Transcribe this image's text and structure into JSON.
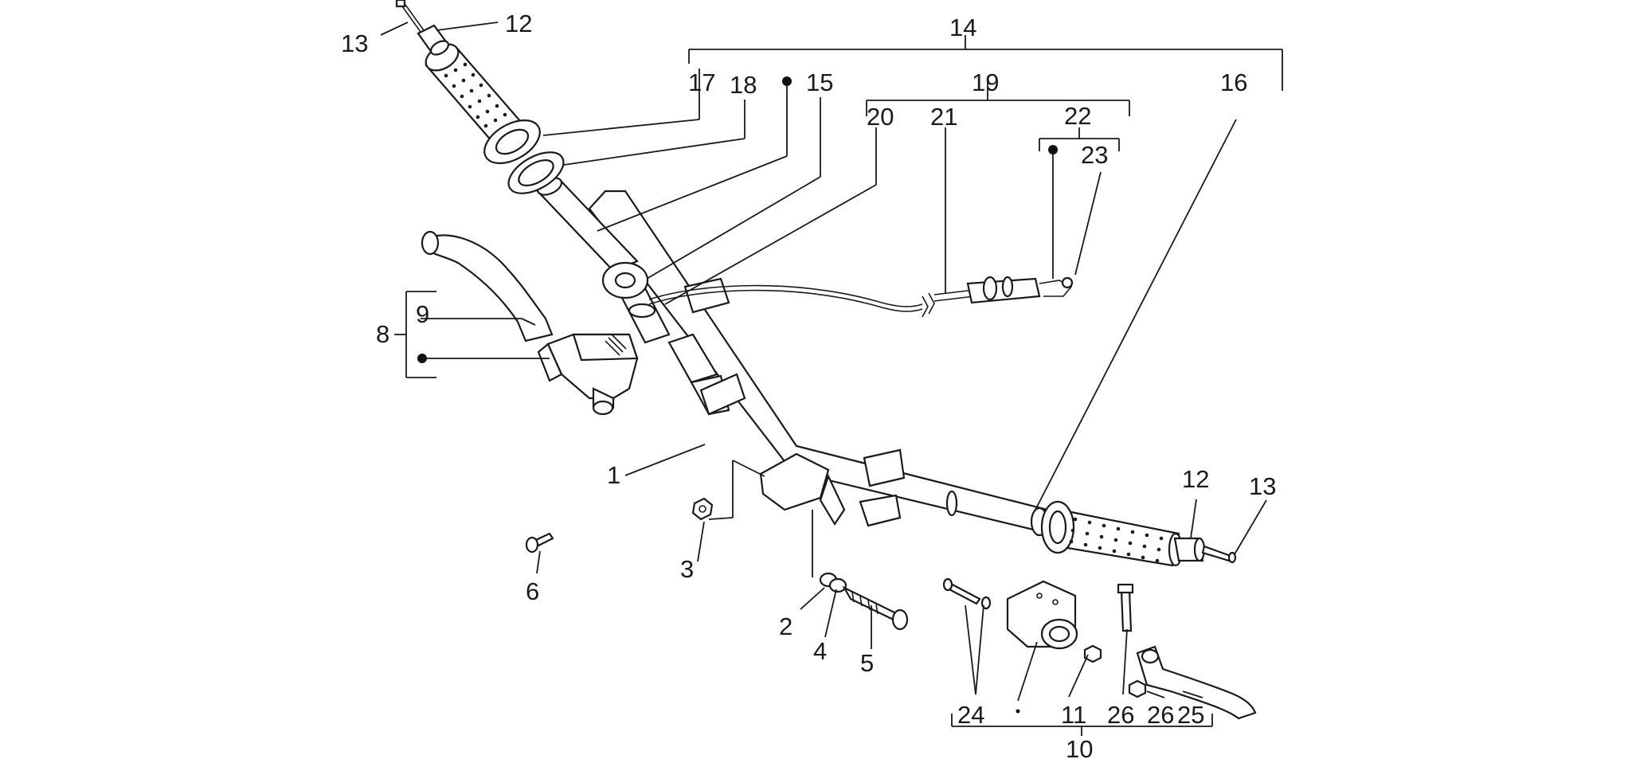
{
  "diagram": {
    "callouts": [
      {
        "id": "1",
        "text": "1"
      },
      {
        "id": "2",
        "text": "2"
      },
      {
        "id": "3",
        "text": "3"
      },
      {
        "id": "4",
        "text": "4"
      },
      {
        "id": "5",
        "text": "5"
      },
      {
        "id": "6",
        "text": "6"
      },
      {
        "id": "8",
        "text": "8"
      },
      {
        "id": "9",
        "text": "9"
      },
      {
        "id": "10",
        "text": "10"
      },
      {
        "id": "11",
        "text": "11"
      },
      {
        "id": "12a",
        "text": "12"
      },
      {
        "id": "12b",
        "text": "12"
      },
      {
        "id": "13a",
        "text": "13"
      },
      {
        "id": "13b",
        "text": "13"
      },
      {
        "id": "14",
        "text": "14"
      },
      {
        "id": "15",
        "text": "15"
      },
      {
        "id": "16",
        "text": "16"
      },
      {
        "id": "17",
        "text": "17"
      },
      {
        "id": "18",
        "text": "18"
      },
      {
        "id": "19",
        "text": "19"
      },
      {
        "id": "20",
        "text": "20"
      },
      {
        "id": "21",
        "text": "21"
      },
      {
        "id": "22",
        "text": "22"
      },
      {
        "id": "23",
        "text": "23"
      },
      {
        "id": "24",
        "text": "24"
      },
      {
        "id": "25",
        "text": "25"
      },
      {
        "id": "26a",
        "text": "26"
      },
      {
        "id": "26b",
        "text": "26"
      }
    ]
  }
}
